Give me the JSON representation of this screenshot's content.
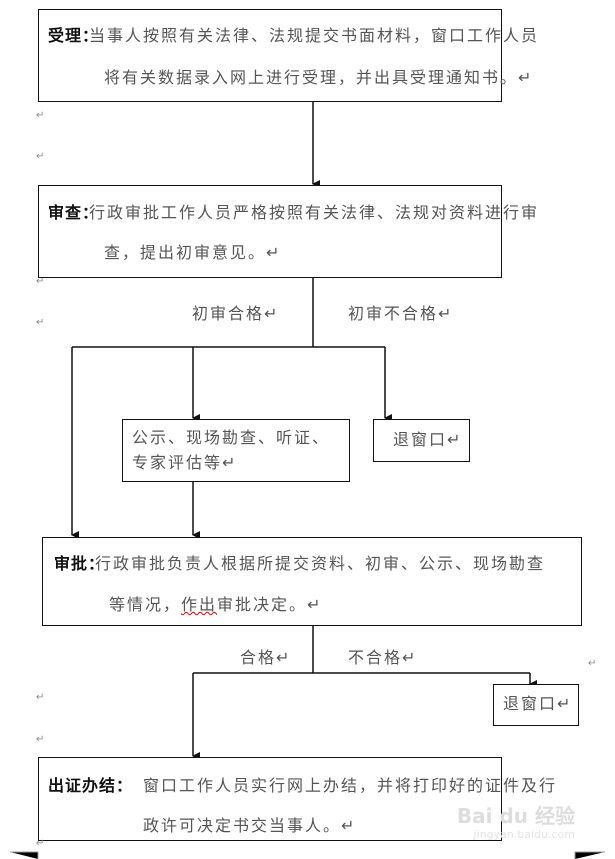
{
  "steps": {
    "accept": {
      "label": "受理：",
      "line1": "当事人按照有关法律、法规提交书面材料，窗口工作人员",
      "line2": "将有关数据录入网上进行受理，并出具受理通知书。↵"
    },
    "review": {
      "label": "审查：",
      "line1": "行政审批工作人员严格按照有关法律、法规对资料进行审",
      "line2": "查，提出初审意见。↵"
    },
    "public": {
      "line1": "公示、现场勘查、听证、",
      "line2": "专家评估等↵"
    },
    "return1": {
      "text": "退窗口↵"
    },
    "approve": {
      "label": "审批：",
      "line1": "行政审批负责人根据所提交资料、初审、公示、现场勘查",
      "line2_a": "等情况，",
      "line2_b": "作出",
      "line2_c": "审批决定。↵"
    },
    "return2": {
      "text": "退窗口↵"
    },
    "issue": {
      "label": "出证办结：",
      "line1": "窗口工作人员实行网上办结，并将打印好的证件及行",
      "line2": "政许可决定书交当事人。↵"
    }
  },
  "branches": {
    "review_pass": "初审合格↵",
    "review_fail": "初审不合格↵",
    "approve_pass": "合格↵",
    "approve_fail": "不合格↵"
  },
  "paragraph_mark": "↵",
  "watermark": {
    "brand": "Bai du 经验",
    "url": "jingyan.baidu.com"
  }
}
